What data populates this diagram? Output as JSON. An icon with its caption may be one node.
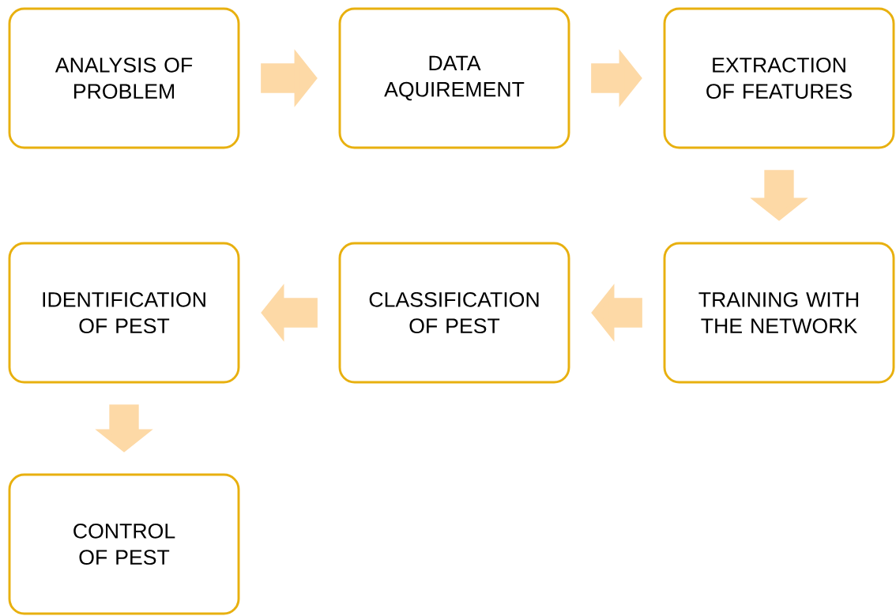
{
  "diagram": {
    "nodes": [
      {
        "text": [
          "ANALYSIS OF PROBLEM"
        ]
      },
      {
        "text": [
          "DATA AQUIREMENT"
        ]
      },
      {
        "text": [
          "EXTRACTION OF FEATURES"
        ]
      },
      {
        "text": [
          "TRAINING WITH THE NETWORK"
        ]
      },
      {
        "text": [
          "CLASSIFICATION OF PEST"
        ]
      },
      {
        "text": [
          "IDENTIFICATION OF PEST"
        ]
      },
      {
        "text": [
          "CONTROL OF PEST"
        ]
      }
    ],
    "edges": [
      {
        "from": 0,
        "to": 1,
        "arrow": "to"
      },
      {
        "from": 1,
        "to": 2,
        "arrow": "to"
      },
      {
        "from": 2,
        "to": 3,
        "arrow": "to"
      },
      {
        "from": 3,
        "to": 4,
        "arrow": "to"
      },
      {
        "from": 4,
        "to": 5,
        "arrow": "to"
      },
      {
        "from": 5,
        "to": 6,
        "arrow": "to"
      }
    ]
  }
}
